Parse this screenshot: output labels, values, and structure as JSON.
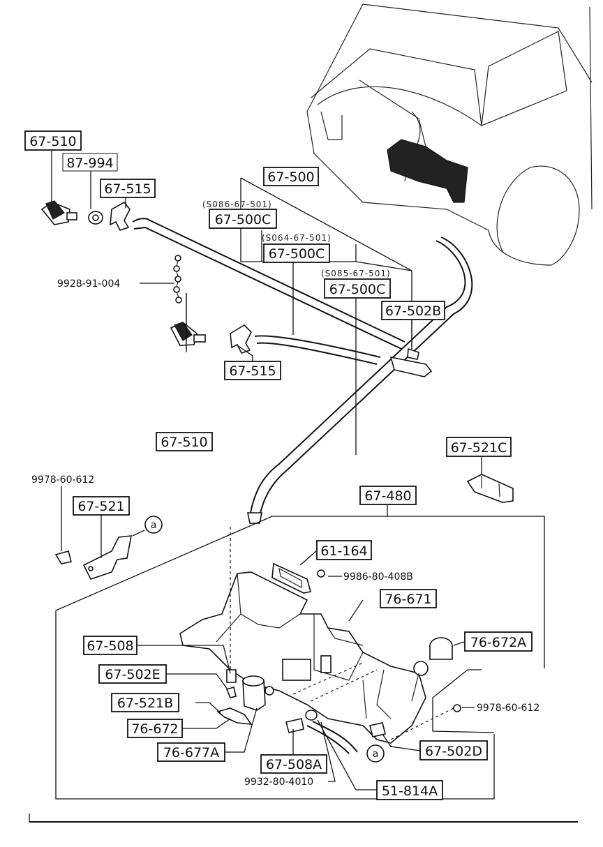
{
  "labels": {
    "l_67_510_top": "67-510",
    "l_87_994": "87-994",
    "l_67_515_top": "67-515",
    "l_67_500": "67-500",
    "l_67_500C_a": "67-500C",
    "l_67_500C_b": "67-500C",
    "l_67_500C_c": "67-500C",
    "l_67_502B": "67-502B",
    "l_67_515_mid": "67-515",
    "l_67_510_mid": "67-510",
    "l_67_521C": "67-521C",
    "l_67_521": "67-521",
    "l_67_480": "67-480",
    "l_61_164": "61-164",
    "l_76_671": "76-671",
    "l_67_508": "67-508",
    "l_76_672A": "76-672A",
    "l_67_502E": "67-502E",
    "l_67_521B": "67-521B",
    "l_76_672": "76-672",
    "l_76_677A": "76-677A",
    "l_67_508A": "67-508A",
    "l_67_502D": "67-502D",
    "l_51_814A": "51-814A"
  },
  "refs": {
    "r_S086": "(S086-67-501)",
    "r_S064": "(S064-67-501)",
    "r_S085": "(S085-67-501)"
  },
  "plain": {
    "p_9928": "9928-91-004",
    "p_9978_top": "9978-60-612",
    "p_9986": "9986-80-408B",
    "p_9978_right": "9978-60-612",
    "p_9932": "9932-80-4010"
  },
  "callouts": {
    "a1": "a",
    "a2": "a"
  }
}
